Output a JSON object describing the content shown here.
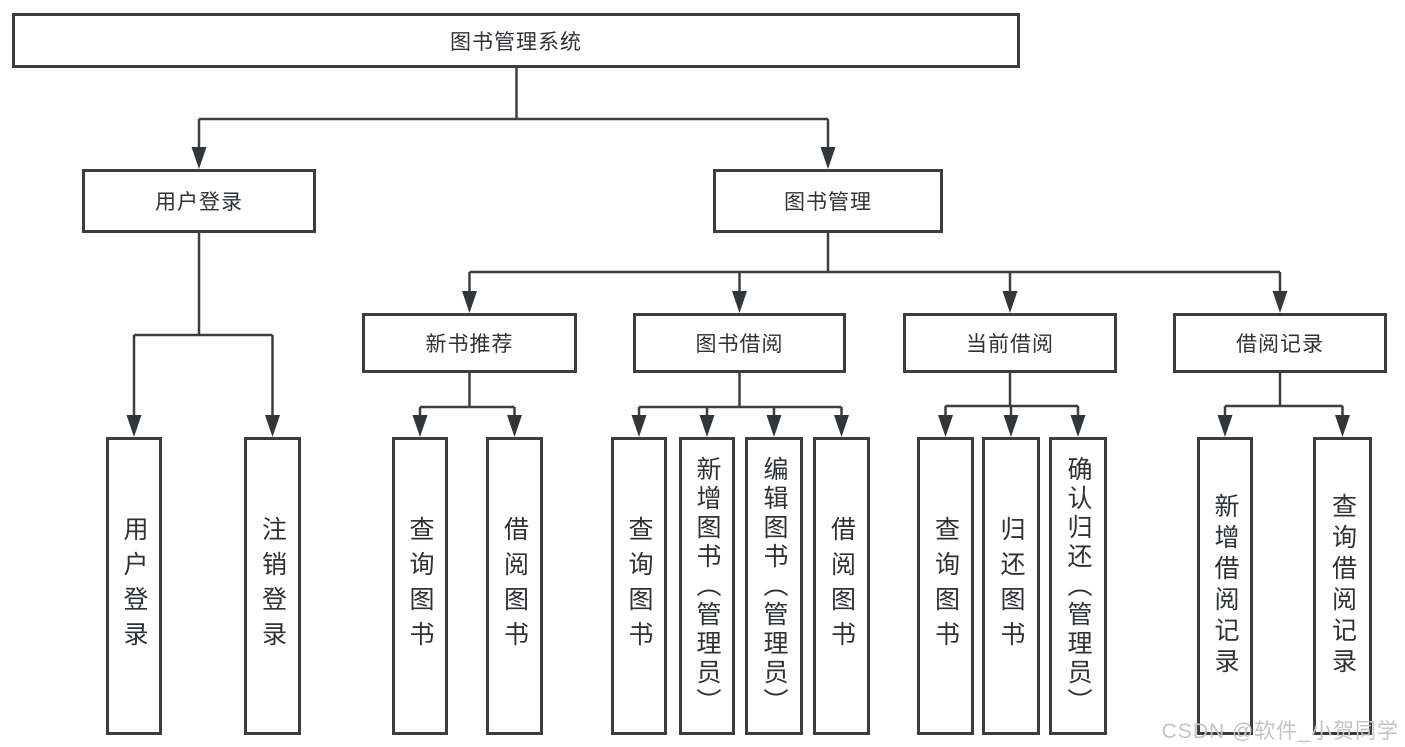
{
  "diagram": {
    "root": {
      "label": "图书管理系统"
    },
    "branches": [
      {
        "label": "用户登录",
        "children": [
          {
            "label": "用户登录"
          },
          {
            "label": "注销登录"
          }
        ]
      },
      {
        "label": "图书管理",
        "children": [
          {
            "label": "新书推荐",
            "children": [
              {
                "label": "查询图书"
              },
              {
                "label": "借阅图书"
              }
            ]
          },
          {
            "label": "图书借阅",
            "children": [
              {
                "label": "查询图书"
              },
              {
                "label": "新增图书（管理员）"
              },
              {
                "label": "编辑图书（管理员）"
              },
              {
                "label": "借阅图书"
              }
            ]
          },
          {
            "label": "当前借阅",
            "children": [
              {
                "label": "查询图书"
              },
              {
                "label": "归还图书"
              },
              {
                "label": "确认归还（管理员）"
              }
            ]
          },
          {
            "label": "借阅记录",
            "children": [
              {
                "label": "新增借阅记录"
              },
              {
                "label": "查询借阅记录"
              }
            ]
          }
        ]
      }
    ]
  },
  "watermark": {
    "text": "CSDN @软件_小贺同学"
  },
  "colors": {
    "line": "#3b3e41",
    "arrow": "#333639",
    "text": "#2f3235",
    "box_fill": "#ffffff",
    "watermark": "#c3c3c3",
    "background": "#ffffff"
  }
}
